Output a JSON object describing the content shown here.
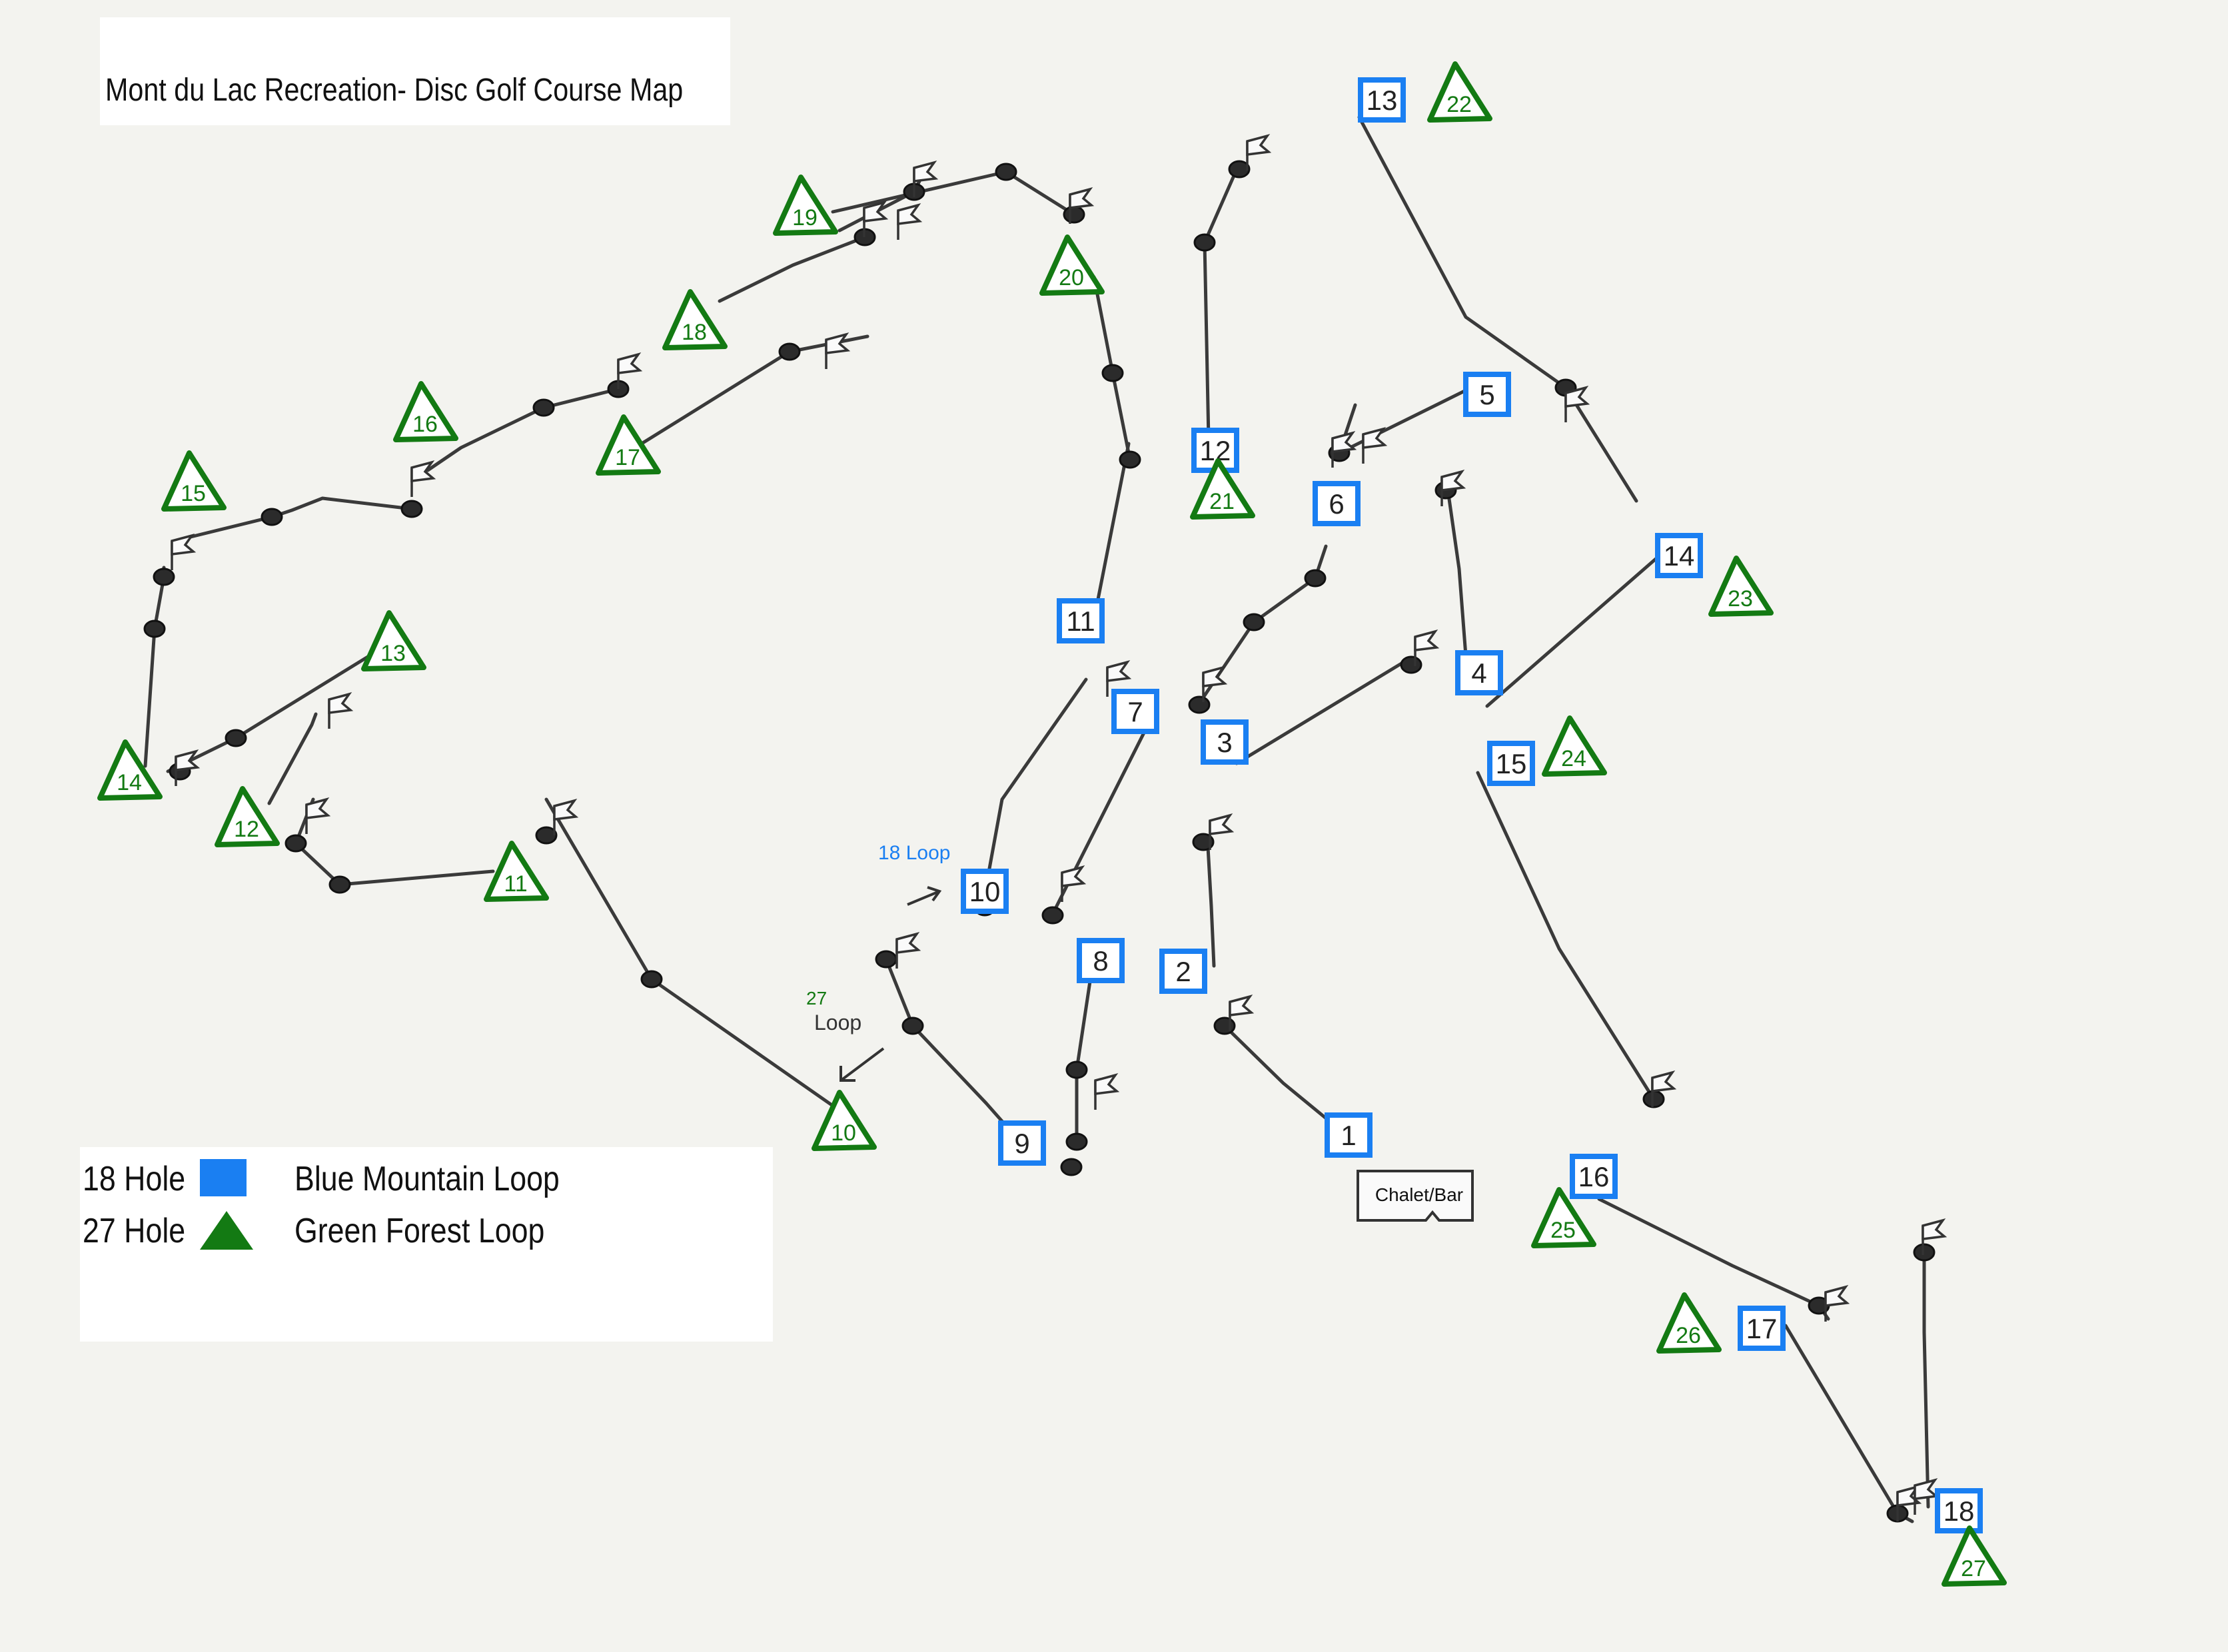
{
  "title": "Mont du Lac Recreation- Disc Golf Course Map",
  "colors": {
    "blue_loop": "#1a7ff2",
    "green_loop": "#137a13",
    "line": "#3a3a3a",
    "background": "#f3f3ef"
  },
  "legend": [
    {
      "count": "18 Hole",
      "shape": "square",
      "name": "Blue Mountain Loop"
    },
    {
      "count": "27 Hole",
      "shape": "triangle",
      "name": "Green Forest Loop"
    }
  ],
  "labels": {
    "chalet": "Chalet/Bar",
    "loop18": "18 Loop",
    "loop27_a": "27",
    "loop27_b": "Loop"
  },
  "blue_holes": [
    "1",
    "2",
    "3",
    "4",
    "5",
    "6",
    "7",
    "8",
    "9",
    "10",
    "11",
    "12",
    "13",
    "14",
    "15",
    "16",
    "17",
    "18"
  ],
  "green_holes": [
    "10",
    "11",
    "12",
    "13",
    "14",
    "15",
    "16",
    "17",
    "18",
    "19",
    "20",
    "21",
    "22",
    "23",
    "24",
    "25",
    "26",
    "27"
  ]
}
